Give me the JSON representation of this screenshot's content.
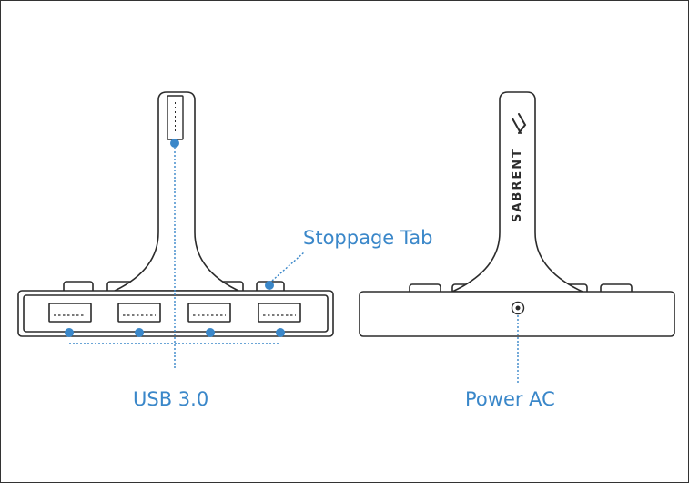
{
  "labels": {
    "stoppage_tab": "Stoppage Tab",
    "usb": "USB 3.0",
    "power": "Power AC",
    "logo_text": "SABRENT"
  },
  "colors": {
    "accent": "#3a87c9",
    "outline": "#2b2b2b",
    "fill": "#ffffff",
    "border": "#333333"
  },
  "icons": {
    "logo": "sabrent-logo-icon",
    "usb_port": "usb-port-icon",
    "power_jack": "power-jack-icon"
  }
}
